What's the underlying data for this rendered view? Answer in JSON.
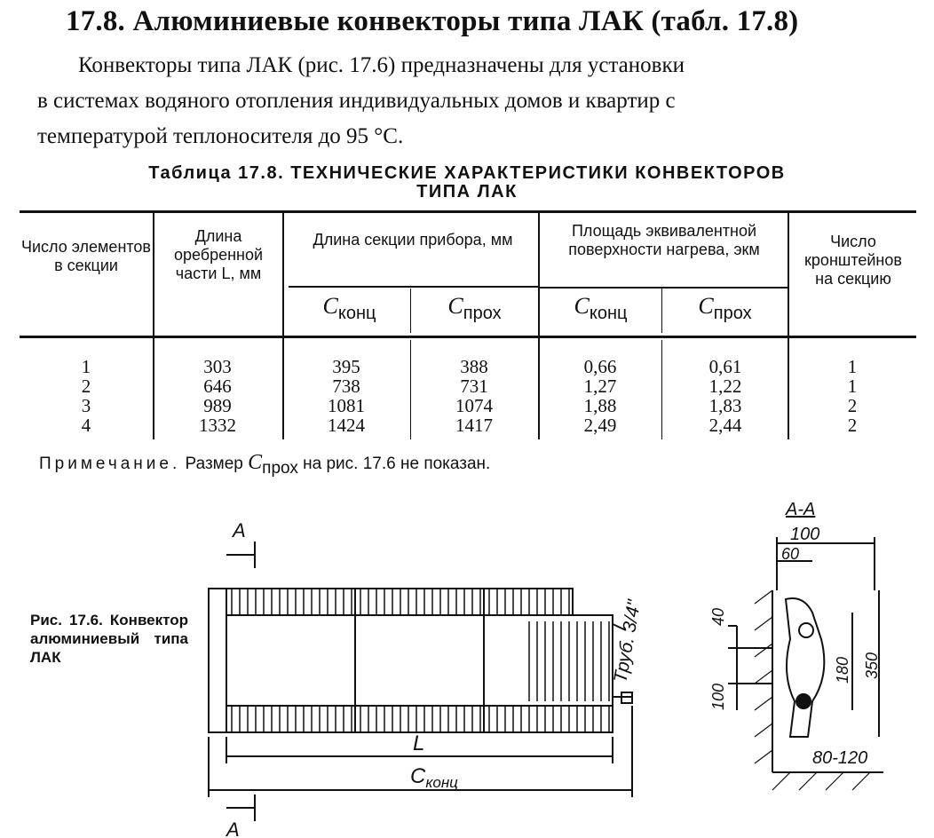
{
  "title": "17.8. Алюминиевые конвекторы типа ЛАК (табл. 17.8)",
  "paragraph": [
    "Конвекторы типа ЛАК (рис. 17.6) предназначены для установки",
    "в системах водяного отопления индивидуальных домов и квартир с",
    "температурой теплоносителя до 95 °С."
  ],
  "table": {
    "caption_line1": "Таблица 17.8. ТЕХНИЧЕСКИЕ ХАРАКТЕРИСТИКИ КОНВЕКТОРОВ",
    "caption_line2": "ТИПА ЛАК",
    "headers": {
      "elements": "Число элементов в секции",
      "fin_length": "Длина оребренной части L, мм",
      "section_length": "Длина секции прибора, мм",
      "area": "Площадь эквивалентной поверхности нагрева, экм",
      "brackets": "Число кронштейнов на секцию",
      "c": "C",
      "konc": "конц",
      "proh": "прох"
    },
    "rows": [
      [
        "1",
        "303",
        "395",
        "388",
        "0,66",
        "0,61",
        "1"
      ],
      [
        "2",
        "646",
        "738",
        "731",
        "1,27",
        "1,22",
        "1"
      ],
      [
        "3",
        "989",
        "1081",
        "1074",
        "1,88",
        "1,83",
        "2"
      ],
      [
        "4",
        "1332",
        "1424",
        "1417",
        "2,49",
        "2,44",
        "2"
      ]
    ],
    "note_label": "Примечание.",
    "note_text_a": "Размер",
    "note_text_b": "на рис. 17.6 не показан."
  },
  "figure": {
    "caption": "Рис. 17.6. Конвектор алюминиевый типа ЛАК",
    "section_mark": "А",
    "section_title": "А-А",
    "pipe_label": "Труб. 3/4\"",
    "dim_L": "L",
    "dim_c": "C",
    "dim_c_sub": "конц",
    "dims": [
      "100",
      "60",
      "40",
      "100",
      "180",
      "350",
      "80-120"
    ]
  }
}
